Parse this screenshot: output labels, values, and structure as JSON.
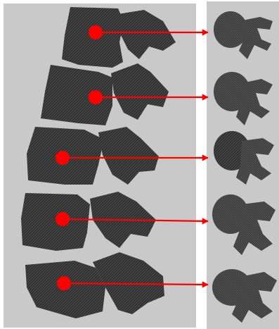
{
  "diagram": {
    "colors": {
      "background": "#ffffff",
      "panel": "#c9c9c9",
      "bone": "#2f2f2f",
      "bone_texture": "#5e5e5e",
      "marker": "#ff0000",
      "arrow": "#ff0000"
    },
    "vertebrae": [
      {
        "id": "v1",
        "marker": "red-dot-marker"
      },
      {
        "id": "v2",
        "marker": "red-dot-marker"
      },
      {
        "id": "v3",
        "marker": "red-dot-marker"
      },
      {
        "id": "v4",
        "marker": "red-dot-marker"
      },
      {
        "id": "v5",
        "marker": "red-dot-marker"
      }
    ]
  }
}
